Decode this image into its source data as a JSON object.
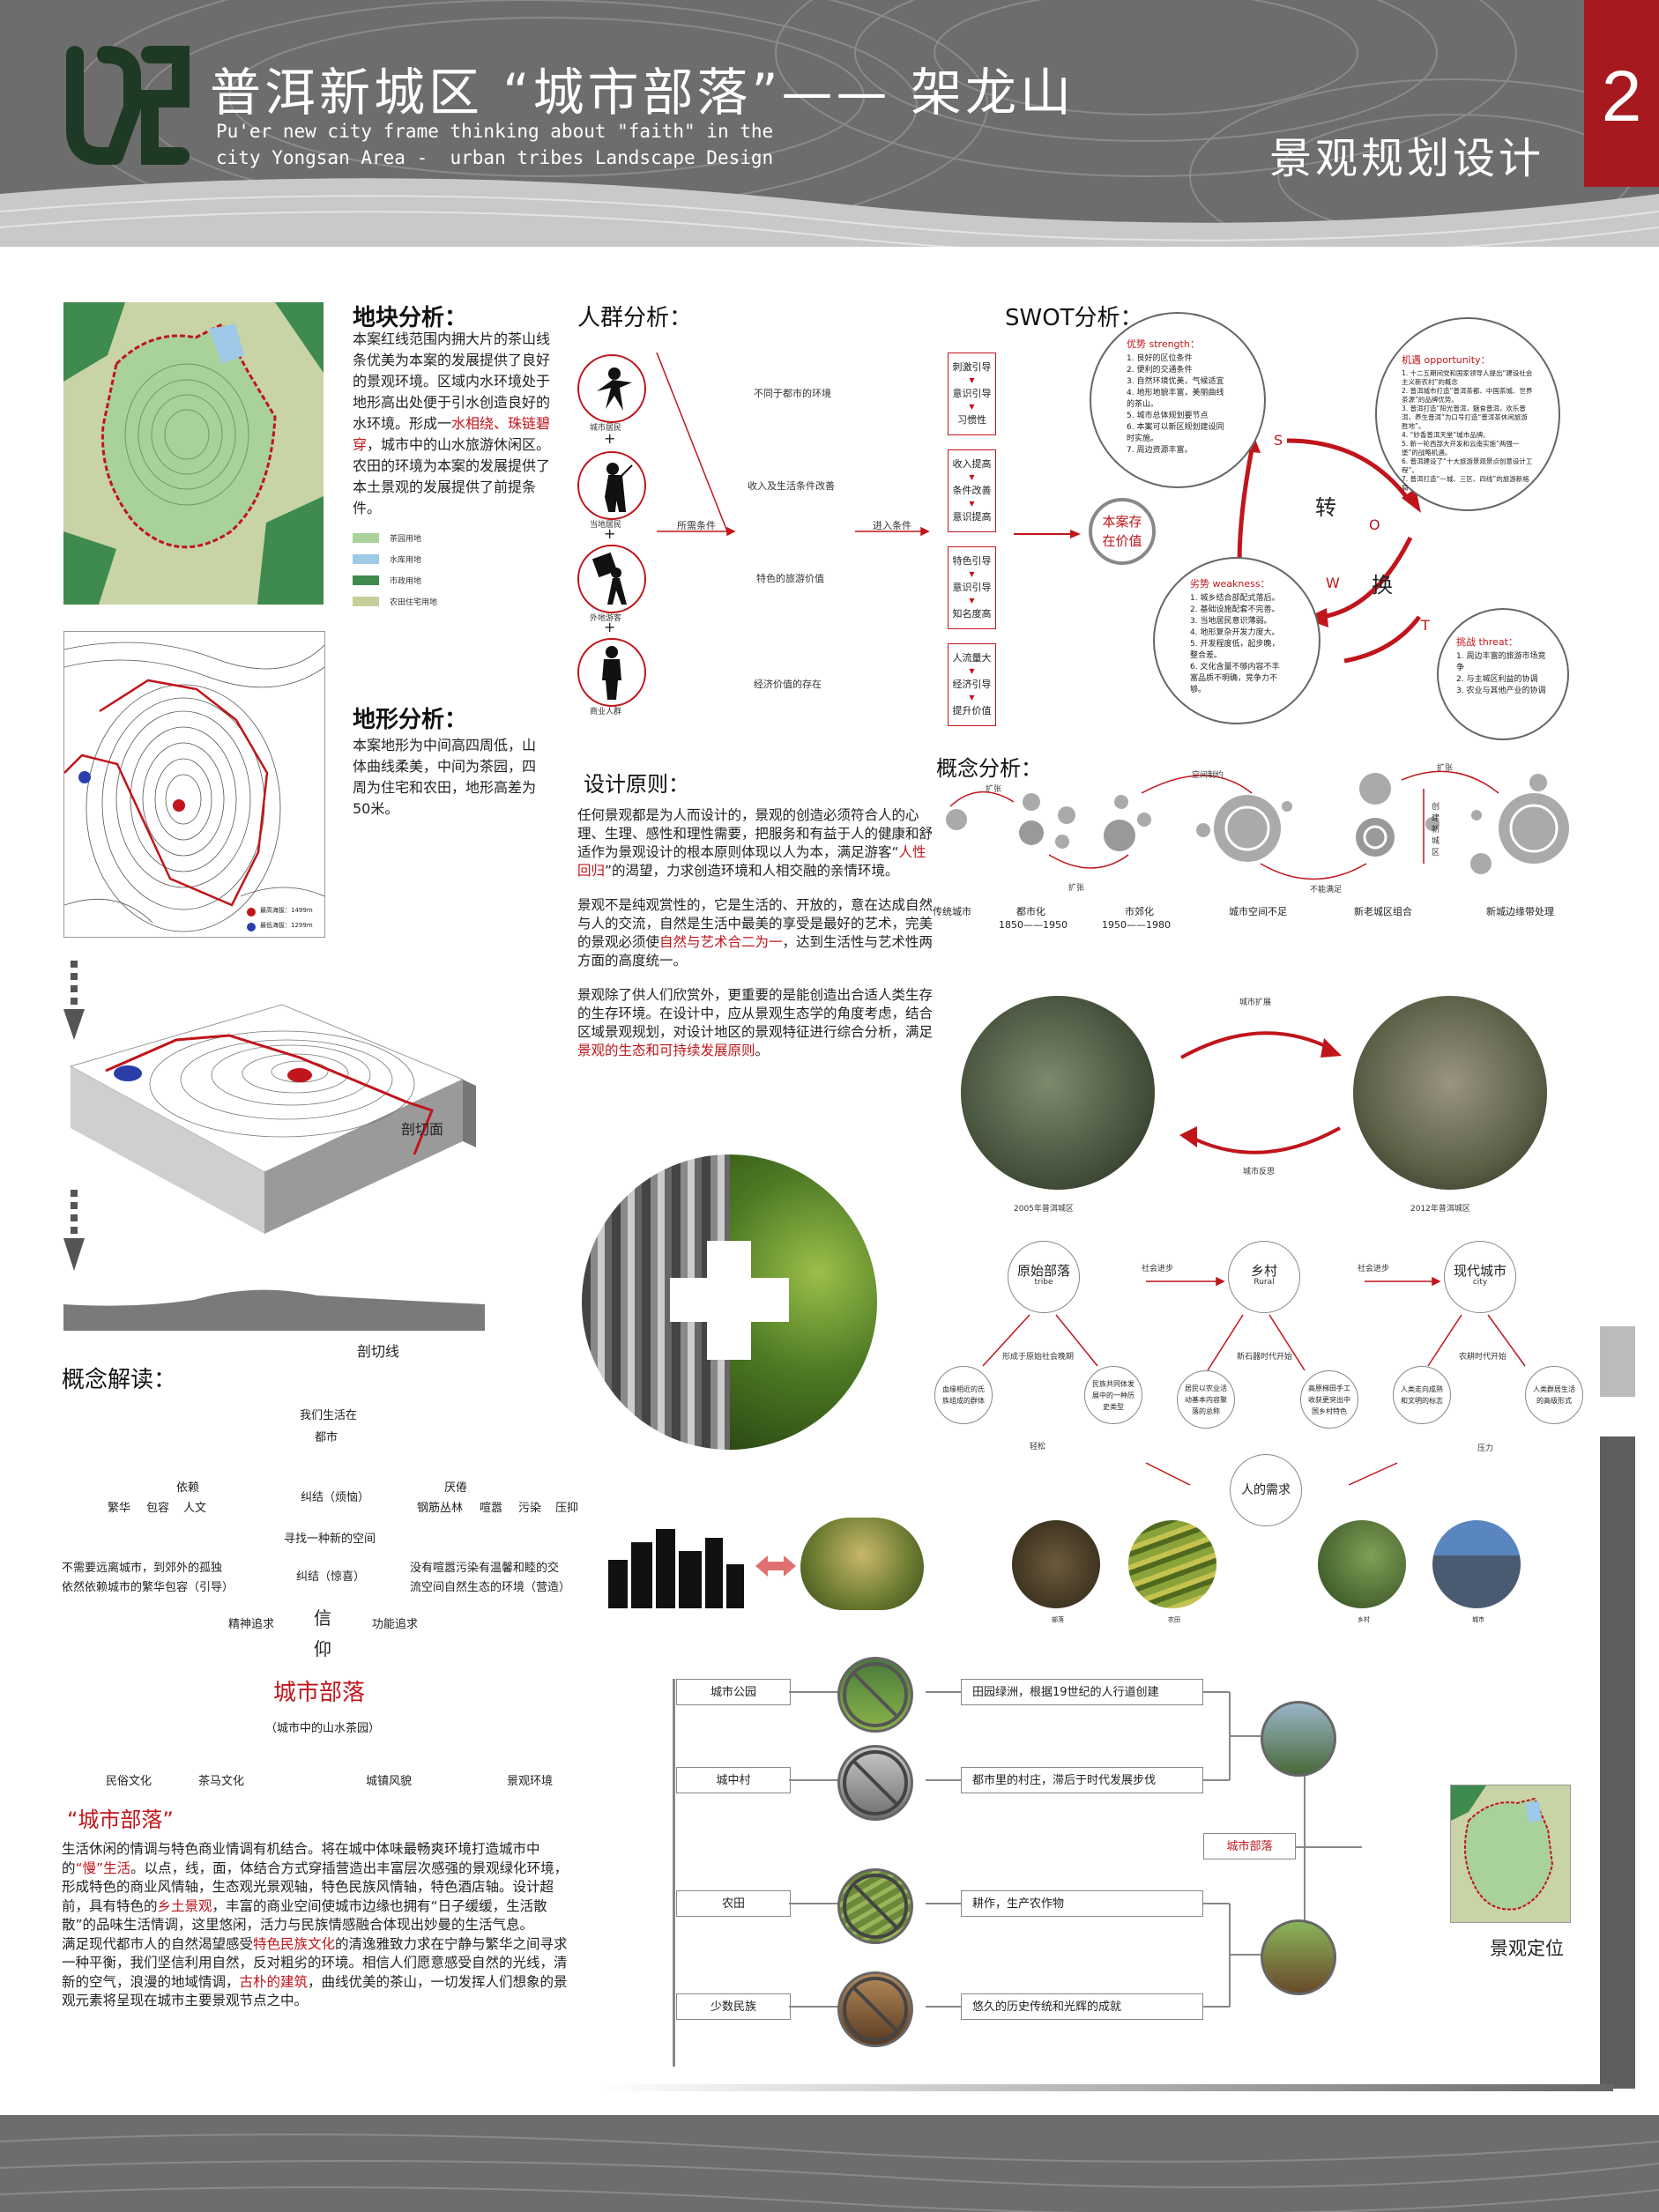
{
  "header": {
    "title_cn": "普洱新城区 “城市部落”—— 架龙山",
    "title_en": "Pu'er new city frame thinking about \"faith\" in the\ncity Yongsan Area -  urban tribes Landscape Design",
    "subtitle": "景观规划设计",
    "page_number": "2"
  },
  "site": {
    "heading": "地块分析：",
    "text_a": "本案红线范围内拥大片的茶山线条优美为本案的发展提供了良好的景观环境。区域内水环境处于地形高出处便于引水创造良好的水环境。形成一",
    "text_hl": "水相绕、珠链碧穿",
    "text_b": "，城市中的山水旅游休闲区。农田的环境为本案的发展提供了本土景观的发展提供了前提条件。",
    "legend": [
      "茶园用地",
      "水库用地",
      "市政用地",
      "农田住宅用地"
    ],
    "legend_colors": [
      "#a9d19a",
      "#9ec9e8",
      "#3e8a4f",
      "#c6cf9a"
    ]
  },
  "terrain": {
    "heading": "地形分析：",
    "text": "本案地形为中间高四周低，山体曲线柔美，中间为茶园，四周为住宅和农田，地形高差为50米。",
    "legend": [
      "最高海拔：1499m",
      "最低海拔：1299m"
    ],
    "section_label": "剖切面",
    "line_label": "剖切线"
  },
  "concept_reading": {
    "heading": "概念解读：",
    "words": [
      "我们生活在",
      "都市",
      "依赖",
      "繁华",
      "包容",
      "人文",
      "纠结（烦恼）",
      "厌倦",
      "钢筋丛林",
      "喧嚣",
      "污染",
      "压抑",
      "寻找一种新的空间",
      "不需要远离城市，到郊外的孤独",
      "依然依赖城市的繁华包容（引导）",
      "纠结（惊喜）",
      "没有喧嚣污染有温馨和睦的交",
      "流空间自然生态的环境（营造）",
      "精神追求",
      "信",
      "功能追求",
      "仰"
    ],
    "center_title": "城市部落",
    "center_sub": "（城市中的山水茶园）",
    "bottom": [
      "民俗文化",
      "茶马文化",
      "城镇风貌",
      "景观环境"
    ],
    "quote_title": "“城市部落”",
    "para1_a": "生活休闲的情调与特色商业情调有机结合。将在城中体味最畅爽环境打造城市中的",
    "para1_hl1": "“慢”生活",
    "para1_b": "。以点，线，面，体结合方式穿插营造出丰富层次感强的景观绿化环境，形成特色的商业风情轴，生态观光景观轴，特色民族风情轴，特色酒店轴。设计超前，具有特色的",
    "para1_hl2": "乡土景观",
    "para1_c": "，丰富的商业空间使城市边缘也拥有“日子缓缓，生活散散”的品味生活情调，这里悠闲，活力与民族情感融合体现出妙曼的生活气息。",
    "para2_a": "满足现代都市人的自然渴望感受",
    "para2_hl1": "特色民族文化",
    "para2_b": "的清逸雅致力求在宁静与繁华之间寻求一种平衡，我们坚信利用自然，反对粗劣的环境。相信人们愿意感受自然的光线，清新的空气，浪漫的地域情调，",
    "para2_hl2": "古朴的建筑",
    "para2_c": "，曲线优美的茶山，一切发挥人们想象的景观元素将呈现在城市主要景观节点之中。"
  },
  "crowd": {
    "heading": "人群分析：",
    "people": [
      "城市居民",
      "当地居民",
      "外地游客",
      "商业人群"
    ],
    "plus": "+",
    "needs": [
      "不同于都市的环境",
      "收入及生活条件改善",
      "特色的旅游价值",
      "经济价值的存在"
    ],
    "arrow1": "所需条件",
    "arrow2": "进入条件",
    "stacks": [
      [
        "刺激引导",
        "意识引导",
        "习惯性"
      ],
      [
        "收入提高",
        "条件改善",
        "意识提高"
      ],
      [
        "特色引导",
        "意识引导",
        "知名度高"
      ],
      [
        "人流量大",
        "经济引导",
        "提升价值"
      ]
    ],
    "value_circle": "本案存在价值"
  },
  "swot": {
    "heading": "SWOT分析：",
    "strength_title": "优势 strength：",
    "strength": [
      "1. 良好的区位条件",
      "2. 便利的交通条件",
      "3. 自然环境优美，气候适宜",
      "4. 地形地貌丰富，美丽曲线的茶山。",
      "5. 城市总体规划要节点",
      "6. 本案可以新区规划建设同时实施。",
      "7. 周边资源丰富。"
    ],
    "opportunity_title": "机遇 opportunity：",
    "opportunity": [
      "1. 十二五期间党和国家领导人提出“建设社会主义新农村”的概念",
      "2. 普洱城市打造“普洱茶都、中国茶城、世界茶源”的品牌优势。",
      "3. 普洱打造“阳光普洱，魅食普洱，欢乐普洱，养生普洱”为口号打造“普洱茶休闲旅游胜地”。",
      "4. “妙香普洱天堂”城市品牌。",
      "5. 新一轮西部大开发和云南实施“两强一堡”的战略机遇。",
      "6. 普洱建设了“十大旅游景观景点创意设计工程”。",
      "7. 普洱打造“一城、三区、四线”的旅游新格局"
    ],
    "weakness_title": "劣势 weakness：",
    "weakness": [
      "1. 城乡结合部配式落后。",
      "2. 基础设施配套不完善。",
      "3. 当地居民意识薄弱。",
      "4. 地形复杂开发力度大。",
      "5. 开发程度低，起步晚，整合差。",
      "6. 文化含量不够内容不丰富品质不明确，竞争力不够。"
    ],
    "threat_title": "挑战 threat：",
    "threat": [
      "1. 周边丰富的旅游市场竞争",
      "2. 与主城区利益的协调",
      "3. 农业与其他产业的协调"
    ],
    "letters": [
      "S",
      "O",
      "W",
      "T"
    ],
    "center": [
      "转",
      "换"
    ]
  },
  "principles": {
    "heading": "设计原则：",
    "p1_a": "任何景观都是为人而设计的，景观的创造必须符合人的心理、生理、感性和理性需要，把服务和有益于人的健康和舒适作为景观设计的根本原则体现以人为本，满足游客“",
    "p1_hl": "人性回归",
    "p1_b": "”的渴望，力求创造环境和人相交融的亲情环境。",
    "p2_a": "景观不是纯观赏性的，它是生活的、开放的，意在达成自然与人的交流，自然是生活中最美的享受是最好的艺术，完美的景观必须使",
    "p2_hl": "自然与艺术合二为一",
    "p2_b": "，达到生活性与艺术性两方面的高度统一。",
    "p3_a": "景观除了供人们欣赏外，更重要的是能创造出合适人类生存的生存环境。在设计中，应从景观生态学的角度考虑，结合区域景观规划，对设计地区的景观特征进行综合分析，满足",
    "p3_hl": "景观的生态和可持续发展原则",
    "p3_b": "。"
  },
  "concept_analysis": {
    "heading": "概念分析：",
    "top_labels": [
      "扩张",
      "空间制约",
      "扩张"
    ],
    "mid_labels": [
      "扩张",
      "不能满足"
    ],
    "vertical": "创建新城区",
    "bottom": [
      "传统城市",
      "都市化",
      "市郊化",
      "城市空间不足",
      "新老城区组合",
      "新城边缘带处理"
    ],
    "years": [
      "1850——1950",
      "1950——1980"
    ]
  },
  "satellite": {
    "top": "城市扩展",
    "bottom": "城市反思",
    "left": "2005年普洱城区",
    "right": "2012年普洱城区"
  },
  "tree": {
    "nodes": [
      {
        "cn": "原始部落",
        "en": "tribe"
      },
      {
        "cn": "乡村",
        "en": "Rural"
      },
      {
        "cn": "现代城市",
        "en": "city"
      }
    ],
    "progress": [
      "社会进步",
      "社会进步"
    ],
    "era": [
      "形成于原始社会晚期",
      "新石器时代开始",
      "农耕时代开始"
    ],
    "leaves": [
      "血缘相近的氏族组成的群体",
      "民族共同体发展中的一种历史类型",
      "居民以农业活动基本内容聚落的总称",
      "高原梯田手工收获更突出中国乡村特色",
      "人类走向成熟和文明的标志",
      "人类群居生活的高级形式"
    ],
    "small": [
      "轻松",
      "压力"
    ],
    "center": "人的需求",
    "photo_labels": [
      "部落",
      "农田",
      "乡村",
      "城市"
    ]
  },
  "positioning": {
    "rows": [
      {
        "tag": "城市公园",
        "desc": "田园绿洲，根据19世纪的人行道创建"
      },
      {
        "tag": "城中村",
        "desc": "都市里的村庄，滞后于时代发展步伐"
      },
      {
        "tag": "农田",
        "desc": "耕作，生产农作物"
      },
      {
        "tag": "少数民族",
        "desc": "悠久的历史传统和光辉的成就"
      }
    ],
    "center_tag": "城市部落",
    "result": "景观定位"
  }
}
